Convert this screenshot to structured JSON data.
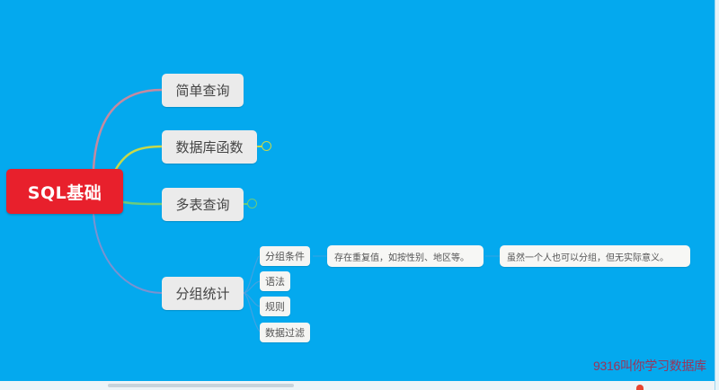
{
  "mindmap": {
    "root": {
      "label": "SQL基础",
      "color": "#e8202c"
    },
    "branches": [
      {
        "label": "简单查询",
        "line_color": "#c58aa0",
        "collapsed": false
      },
      {
        "label": "数据库函数",
        "line_color": "#c8d84a",
        "collapsed": true
      },
      {
        "label": "多表查询",
        "line_color": "#6ccb7c",
        "collapsed": true
      },
      {
        "label": "分组统计",
        "line_color": "#9a8cc8",
        "children": [
          {
            "label": "分组条件"
          },
          {
            "label": "语法"
          },
          {
            "label": "规则"
          },
          {
            "label": "数据过滤"
          }
        ]
      }
    ],
    "notes": [
      "存在重复值，如按性别、地区等。",
      "虽然一个人也可以分组，但无实际意义。"
    ]
  },
  "watermark": "9316叫你学习数据库",
  "colors": {
    "canvas_bg": "#04a9ee",
    "node_bg": "#ebebeb",
    "watermark": "#9b3358"
  }
}
